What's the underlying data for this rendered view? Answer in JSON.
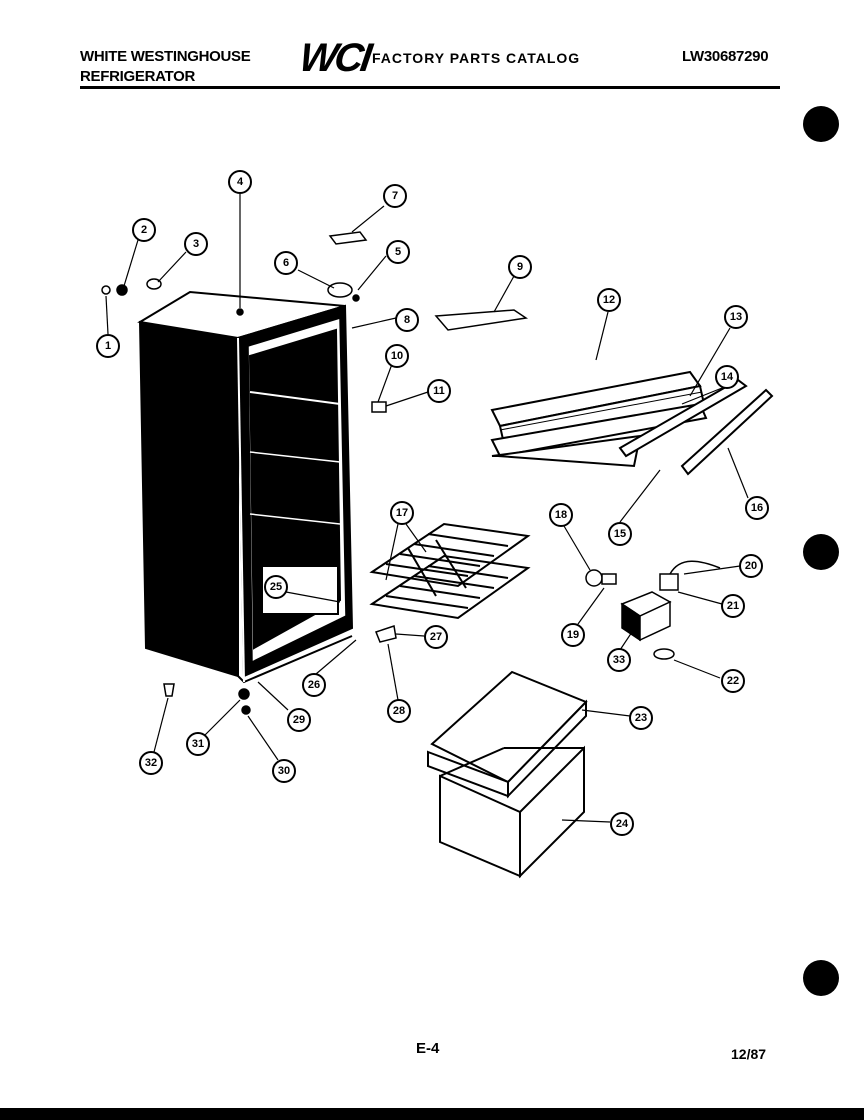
{
  "header": {
    "brand_line1": "WHITE WESTINGHOUSE",
    "brand_line2": "REFRIGERATOR",
    "logo": "WCI",
    "catalog_title": "FACTORY PARTS CATALOG",
    "model_number": "LW30687290"
  },
  "footer": {
    "page": "E-4",
    "date": "12/87"
  },
  "callouts": [
    "1",
    "2",
    "3",
    "4",
    "5",
    "6",
    "7",
    "8",
    "9",
    "10",
    "11",
    "12",
    "13",
    "14",
    "15",
    "16",
    "17",
    "18",
    "19",
    "20",
    "21",
    "22",
    "23",
    "24",
    "25",
    "26",
    "27",
    "28",
    "29",
    "30",
    "31",
    "32",
    "33"
  ]
}
